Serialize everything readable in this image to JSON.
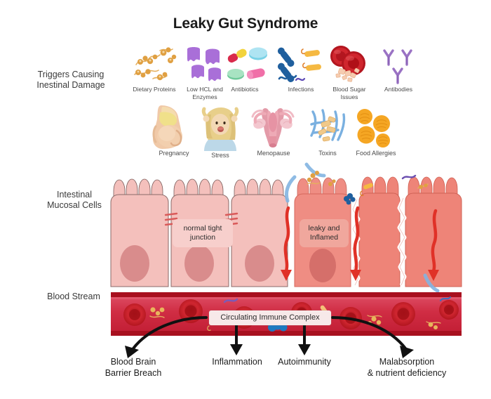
{
  "title": "Leaky Gut Syndrome",
  "sections": {
    "triggers_label": "Triggers Causing\nInestinal Damage",
    "triggers_label_line1": "Triggers Causing",
    "triggers_label_line2": "Inestinal Damage",
    "mucosa_label_line1": "Intestinal",
    "mucosa_label_line2": "Mucosal Cells",
    "blood_label": "Blood Stream"
  },
  "triggers_row1": [
    {
      "name": "dietary-proteins",
      "label": "Dietary Proteins",
      "label_line2": "",
      "color": "#e0a95c"
    },
    {
      "name": "low-hcl-enzymes",
      "label": "Low HCL and",
      "label_line2": "Enzymes",
      "color": "#a96fd8"
    },
    {
      "name": "antibiotics",
      "label": "Antibiotics",
      "label_line2": "",
      "color": "#64c8dc"
    },
    {
      "name": "infections",
      "label": "Infections",
      "label_line2": "",
      "color": "#1f5f9e"
    },
    {
      "name": "blood-sugar-issues",
      "label": "Blood Sugar",
      "label_line2": "Issues",
      "color": "#c32026"
    },
    {
      "name": "antibodies",
      "label": "Antibodies",
      "label_line2": "",
      "color": "#9a72c4"
    }
  ],
  "triggers_row2": [
    {
      "name": "pregnancy",
      "label": "Pregnancy",
      "color": "#e8c48a"
    },
    {
      "name": "stress",
      "label": "Stress",
      "color": "#d8c08a"
    },
    {
      "name": "menopause",
      "label": "Menopause",
      "color": "#e09aa0"
    },
    {
      "name": "toxins",
      "label": "Toxins",
      "color": "#6aa6dd"
    },
    {
      "name": "food-allergies",
      "label": "Food Allergies",
      "color": "#f5a623"
    }
  ],
  "annotations": {
    "normal_junction_line1": "normal tight",
    "normal_junction_line2": "junction",
    "leaky_line1": "leaky and",
    "leaky_line2": "Inflamed",
    "circulating": "Circulating Immune Complex"
  },
  "outcomes": [
    {
      "name": "blood-brain-barrier-breach",
      "line1": "Blood Brain",
      "line2": "Barrier Breach"
    },
    {
      "name": "inflammation",
      "line1": "Inflammation",
      "line2": ""
    },
    {
      "name": "autoimmunity",
      "line1": "Autoimmunity",
      "line2": ""
    },
    {
      "name": "malabsorption",
      "line1": "Malabsorption",
      "line2": "& nutrient deficiency"
    }
  ],
  "colors": {
    "cell_normal_fill": "#f4c0bc",
    "cell_normal_stroke": "#8a6a68",
    "cell_nucleus": "#d98c8c",
    "cell_leaky_fill": "#ef8d83",
    "cell_leaky_stroke": "#d5685c",
    "blood_band": "#d8354a",
    "blood_band_edge": "#a8101f",
    "rbc": "#c8202c",
    "arrow_red": "#e03127",
    "arrow_black": "#111111",
    "title": "#1b1b1b"
  }
}
